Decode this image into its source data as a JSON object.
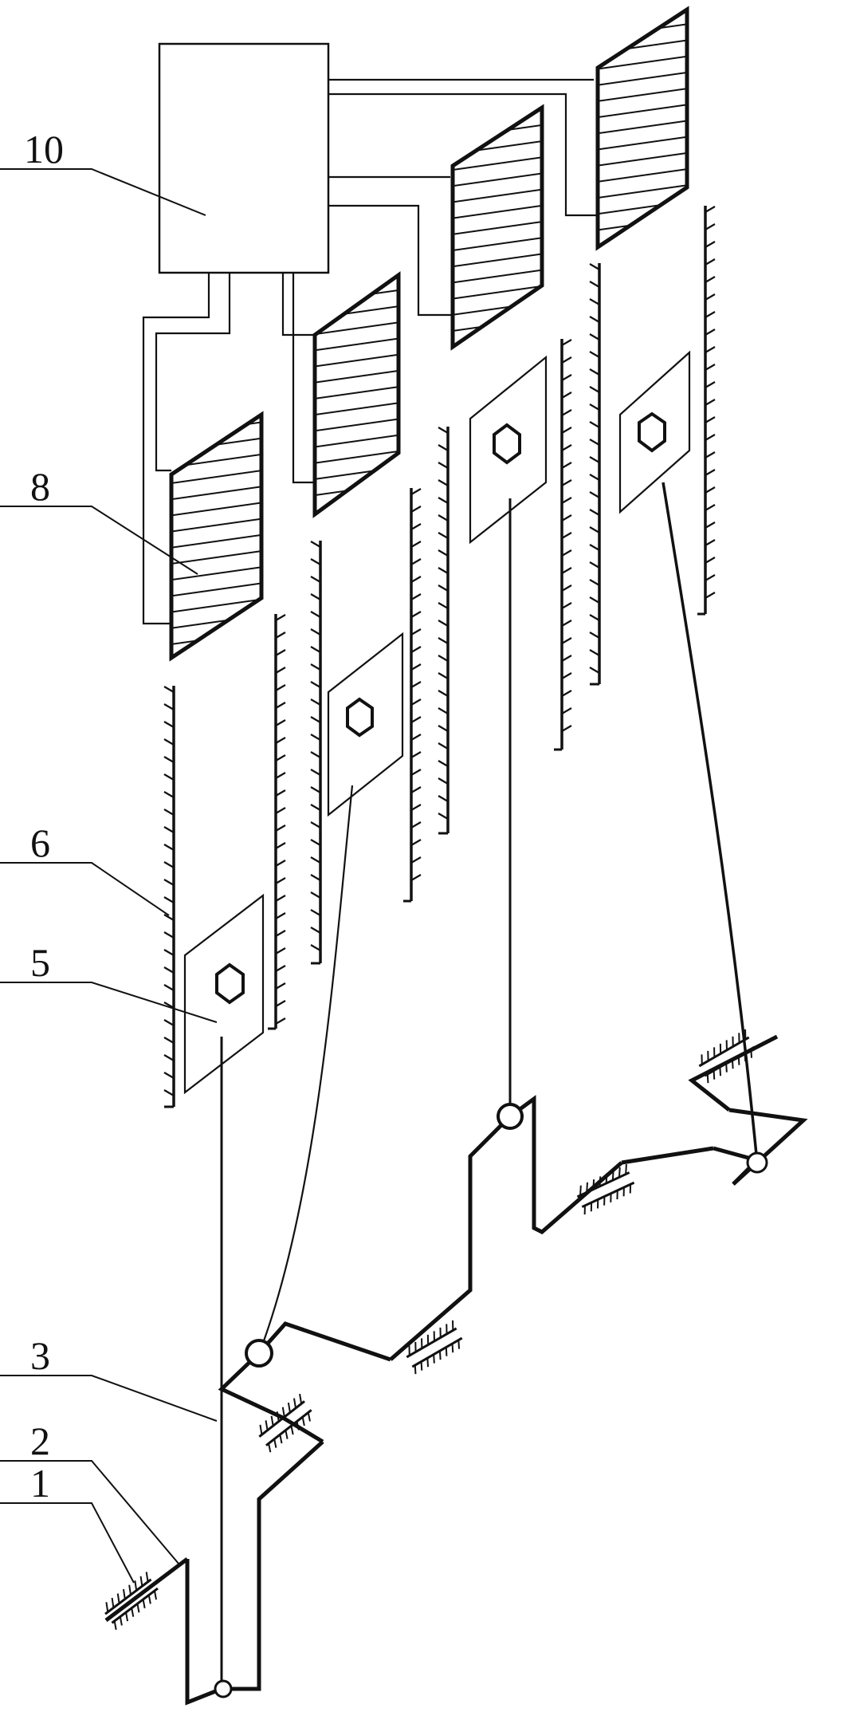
{
  "labels": {
    "l10": "10",
    "l8": "8",
    "l6": "6",
    "l5": "5",
    "l3": "3",
    "l2": "2",
    "l1": "1"
  },
  "colors": {
    "ink": "#111111",
    "paper": "#ffffff"
  }
}
